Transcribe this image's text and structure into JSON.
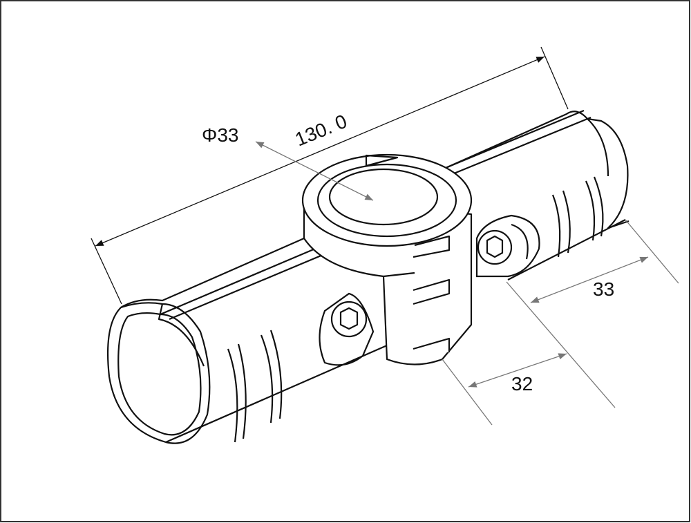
{
  "drawing": {
    "diameter_label": "Φ33",
    "length_label": "130. 0",
    "offset_right_label": "33",
    "offset_left_label": "32"
  },
  "colors": {
    "line": "#111111",
    "dimension": "#777777",
    "border": "#333333"
  }
}
